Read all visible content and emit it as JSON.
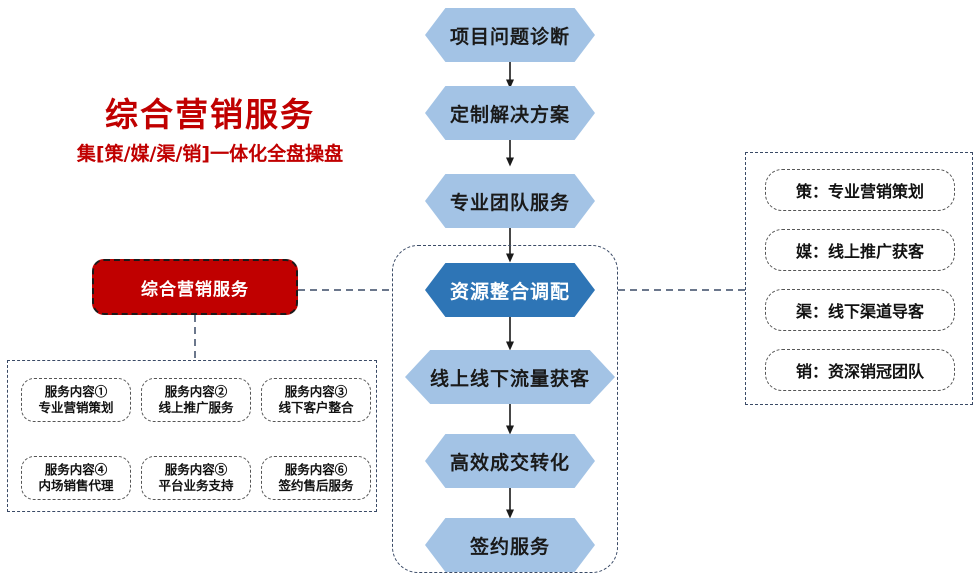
{
  "heading": {
    "title": "综合营销服务",
    "subtitle": "集[策/媒/渠/销]一体化全盘操盘",
    "color": "#C00000"
  },
  "red_node": {
    "label": "综合营销服务",
    "fill": "#C00000",
    "text_color": "#FFFFFF"
  },
  "colors": {
    "hex_fill": "#A3C3E5",
    "hex_active_fill": "#2E75B6",
    "accent_red": "#C00000",
    "dashed_border": "#3A4A66"
  },
  "flow": {
    "steps": [
      {
        "label": "项目问题诊断",
        "active": false
      },
      {
        "label": "定制解决方案",
        "active": false
      },
      {
        "label": "专业团队服务",
        "active": false
      },
      {
        "label": "资源整合调配",
        "active": true
      },
      {
        "label": "线上线下流量获客",
        "active": false
      },
      {
        "label": "高效成交转化",
        "active": false
      },
      {
        "label": "签约服务",
        "active": false
      }
    ]
  },
  "service_items": [
    {
      "line1": "服务内容①",
      "line2": "专业营销策划"
    },
    {
      "line1": "服务内容②",
      "line2": "线上推广服务"
    },
    {
      "line1": "服务内容③",
      "line2": "线下客户整合"
    },
    {
      "line1": "服务内容④",
      "line2": "内场销售代理"
    },
    {
      "line1": "服务内容⑤",
      "line2": "平台业务支持"
    },
    {
      "line1": "服务内容⑥",
      "line2": "签约售后服务"
    }
  ],
  "capabilities": [
    {
      "label": "策：专业营销策划"
    },
    {
      "label": "媒：线上推广获客"
    },
    {
      "label": "渠：线下渠道导客"
    },
    {
      "label": "销：资深销冠团队"
    }
  ]
}
